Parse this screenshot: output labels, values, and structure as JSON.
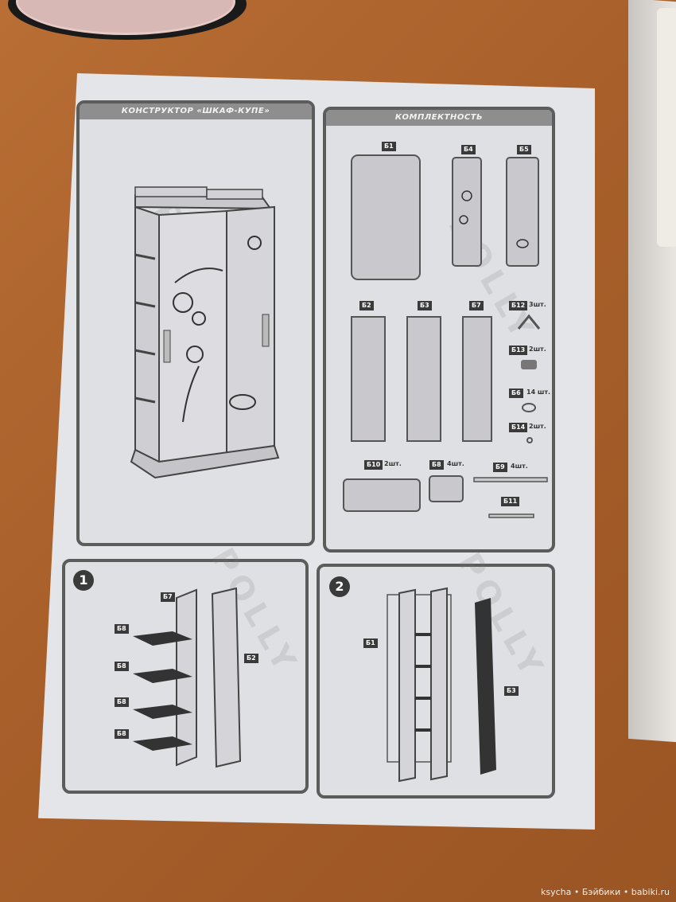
{
  "sheet": {
    "overview_title": "КОНСТРУКТОР «ШКАФ-КУПЕ»",
    "parts_title": "КОМПЛЕКТНОСТЬ",
    "watermark": "POLLY"
  },
  "parts": {
    "b1": "Б1",
    "b4": "Б4",
    "b5": "Б5",
    "b2": "Б2",
    "b3": "Б3",
    "b7": "Б7",
    "b12": "Б12",
    "b12_qty": "3шт.",
    "b13": "Б13",
    "b13_qty": "2шт.",
    "b6": "Б6",
    "b6_qty": "14 шт.",
    "b14": "Б14",
    "b14_qty": "2шт.",
    "b10": "Б10",
    "b10_qty": "2шт.",
    "b8": "Б8",
    "b8_qty": "4шт.",
    "b9": "Б9",
    "b9_qty": "4шт.",
    "b11": "Б11"
  },
  "steps": {
    "step1": {
      "number": "1",
      "labels": {
        "b7": "Б7",
        "b2": "Б2",
        "b8a": "Б8",
        "b8b": "Б8",
        "b8c": "Б8",
        "b8d": "Б8"
      }
    },
    "step2": {
      "number": "2",
      "labels": {
        "b1": "Б1",
        "b3": "Б3"
      }
    }
  },
  "credit": "ksycha • Бэйбики • babiki.ru"
}
